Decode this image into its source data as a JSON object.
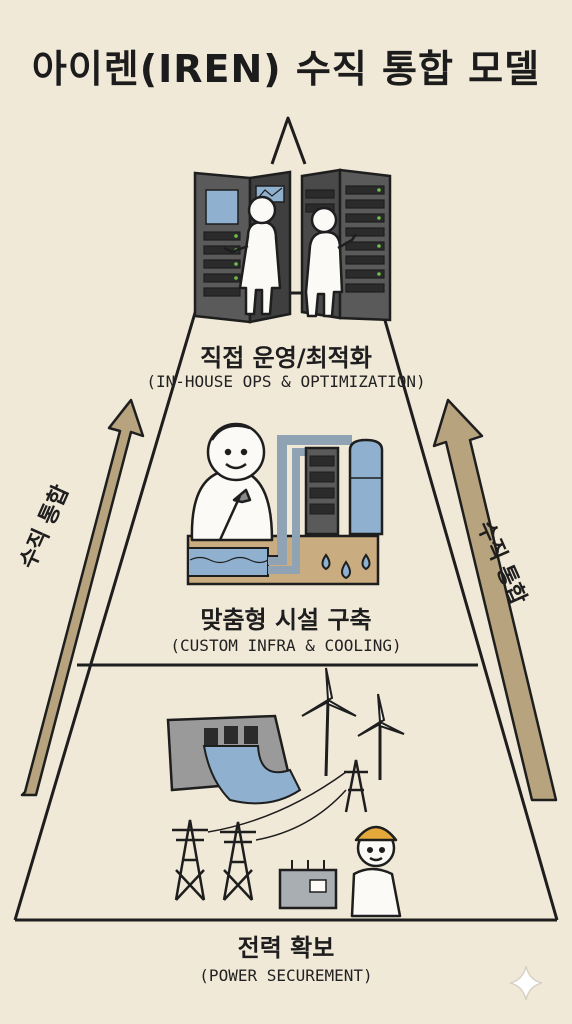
{
  "title": "아이렌(IREN) 수직 통합 모델",
  "tiers": [
    {
      "label": "직접 운영/최적화",
      "sub": "(IN-HOUSE OPS & OPTIMIZATION)"
    },
    {
      "label": "맞춤형 시설 구축",
      "sub": "(CUSTOM INFRA & COOLING)"
    },
    {
      "label": "전력 확보",
      "sub": "(POWER SECUREMENT)"
    }
  ],
  "arrows": {
    "left": "수직 통합",
    "right": "수직 통합"
  },
  "colors": {
    "background": "#f1e9d8",
    "arrow": "#b7a37e",
    "water": "#8fb1cf",
    "soil": "#c9ac7f",
    "hat": "#e4a93a"
  },
  "icons": [
    "server-rack-icon",
    "technician-icon",
    "engineer-wrench-icon",
    "cooling-tank-icon",
    "water-drop-icon",
    "hydro-dam-icon",
    "wind-turbine-icon",
    "power-tower-icon",
    "transformer-icon",
    "hardhat-worker-icon",
    "sparkle-icon"
  ]
}
